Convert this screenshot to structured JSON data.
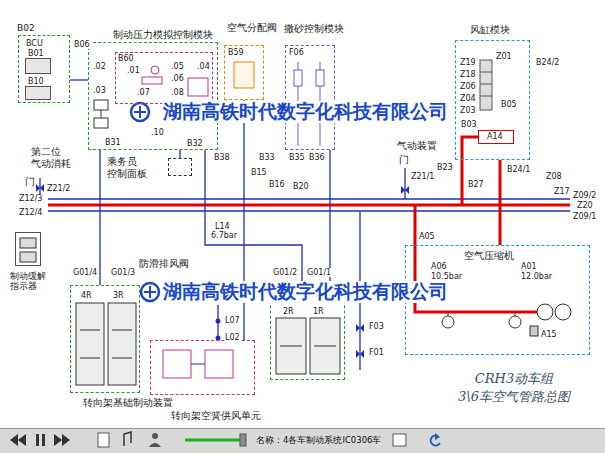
{
  "diagram": {
    "title": "CRH3动车组 3\\6车空气管路总图",
    "nodes": [
      {
        "text": [
          "B02"
        ]
      },
      {
        "text": [
          "BCU",
          "B01"
        ],
        "in": 0
      },
      {
        "text": [
          "B10"
        ],
        "in": 0
      },
      {
        "text": [
          "制动压力模拟控制模块"
        ]
      },
      {
        "text": [
          "B60"
        ],
        "in": 3
      },
      {
        "text": [
          "空气分配阀",
          "B59"
        ]
      },
      {
        "text": [
          "撒砂控制模块",
          "F06"
        ]
      },
      {
        "text": [
          "风缸模块"
        ]
      },
      {
        "text": [
          "A14"
        ],
        "in": 7
      },
      {
        "text": [
          "乘务员 控制面板"
        ]
      },
      {
        "text": [
          "空气压缩机"
        ]
      },
      {
        "text": [
          "转向架基础制动装置",
          "4R",
          "3R"
        ]
      },
      {
        "text": [
          "2R",
          "1R"
        ]
      },
      {
        "text": [
          "转向架空簧供风单元"
        ]
      },
      {
        "text": [
          "制动缓解 指示器"
        ]
      }
    ],
    "edges": [
      {
        "from": 10,
        "to": 7,
        "arrow": "none"
      },
      {
        "from": 3,
        "to": 11,
        "arrow": "none"
      },
      {
        "from": 3,
        "to": 12,
        "arrow": "none"
      },
      {
        "from": 9,
        "to": 3,
        "arrow": "none"
      },
      {
        "from": 5,
        "to": 13,
        "arrow": "none"
      },
      {
        "from": 0,
        "to": 3,
        "arrow": "none"
      },
      {
        "from": 6,
        "to": 12,
        "arrow": "none"
      }
    ],
    "labels": [
      "B06",
      ".02",
      ".03",
      ".01",
      ".05",
      ".06",
      ".04",
      ".07",
      ".08",
      ".10",
      "B31",
      "B32",
      "B38",
      "B33",
      "B35",
      "B36",
      "B15",
      "B16",
      "B20",
      "Z19",
      "Z18",
      "Z06",
      "Z04",
      "Z03",
      "Z01",
      "B05",
      "B03",
      "B24/2",
      "B24/1",
      "B23",
      "B27",
      "Z08",
      "Z17",
      "Z09/2",
      "Z20",
      "Z09/1",
      "Z12/3",
      "Z12/4",
      "第二位 气动消耗",
      "门",
      "Z21/2",
      "气动装置",
      "门",
      "Z21/1",
      "L14",
      "6.7bar",
      "防滑排风阀",
      "G01/4",
      "G01/3",
      "G01/2",
      "G01/1",
      "L07",
      "L02",
      "F03",
      "F01",
      "A05",
      "A06",
      "10.5bar",
      "A01",
      "12.0bar",
      "A15",
      "湖南高铁时代数字化科技有限公司",
      "湖南高铁时代数字化科技有限公司",
      "名称：4各车制动系统IC0306车"
    ]
  }
}
